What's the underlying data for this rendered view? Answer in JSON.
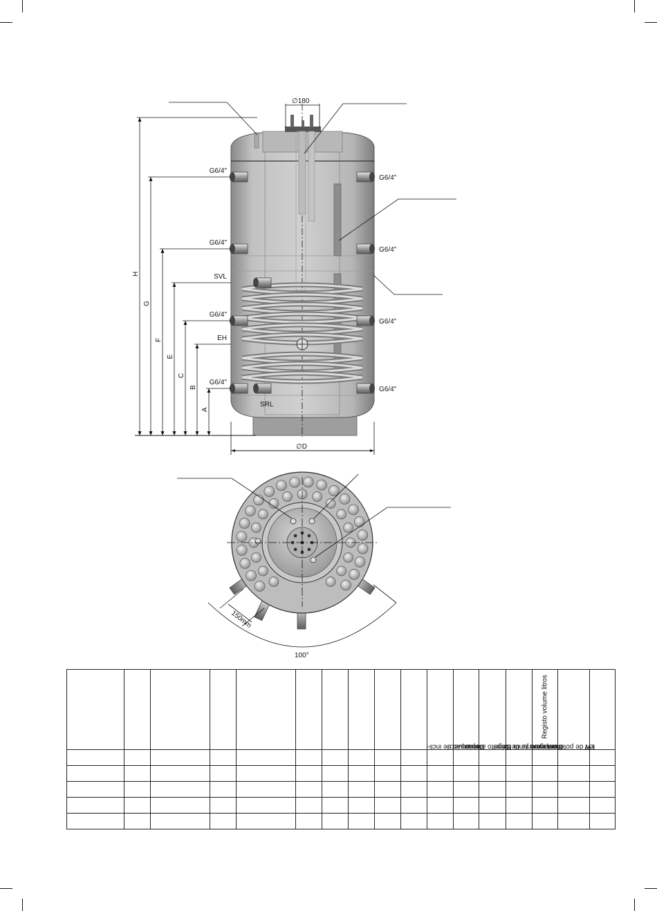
{
  "elevation": {
    "diameter_top": "∅180",
    "diameter_base": "∅D",
    "connections_left": [
      "G6/4\"",
      "G6/4\"",
      "SVL",
      "G6/4\"",
      "EH",
      "G6/4\""
    ],
    "connections_right": [
      "G6/4\"",
      "G6/4\"",
      "G6/4\"",
      "G6/4\""
    ],
    "bottom_label": "SRL",
    "height_dims": [
      "H",
      "G",
      "F",
      "E",
      "C",
      "B",
      "A"
    ]
  },
  "plan": {
    "spacing": "150mm",
    "angle": "100°"
  },
  "table": {
    "headers": [
      "",
      "",
      "",
      "",
      "",
      "",
      "",
      "",
      "",
      "",
      "",
      "",
      "Dimensão de incli-|nação",
      "Registo área aqueci-|da  m²",
      "Registo volume litros",
      "Comprimento de|montagem junta EH",
      "EH de potência máx.|kW"
    ],
    "rows": [
      [
        "",
        "",
        "",
        "",
        "",
        "",
        "",
        "",
        "",
        "",
        "",
        "",
        "",
        "",
        "",
        "",
        ""
      ],
      [
        "",
        "",
        "",
        "",
        "",
        "",
        "",
        "",
        "",
        "",
        "",
        "",
        "",
        "",
        "",
        "",
        ""
      ],
      [
        "",
        "",
        "",
        "",
        "",
        "",
        "",
        "",
        "",
        "",
        "",
        "",
        "",
        "",
        "",
        "",
        ""
      ],
      [
        "",
        "",
        "",
        "",
        "",
        "",
        "",
        "",
        "",
        "",
        "",
        "",
        "",
        "",
        "",
        "",
        ""
      ],
      [
        "",
        "",
        "",
        "",
        "",
        "",
        "",
        "",
        "",
        "",
        "",
        "",
        "",
        "",
        "",
        "",
        ""
      ]
    ]
  }
}
